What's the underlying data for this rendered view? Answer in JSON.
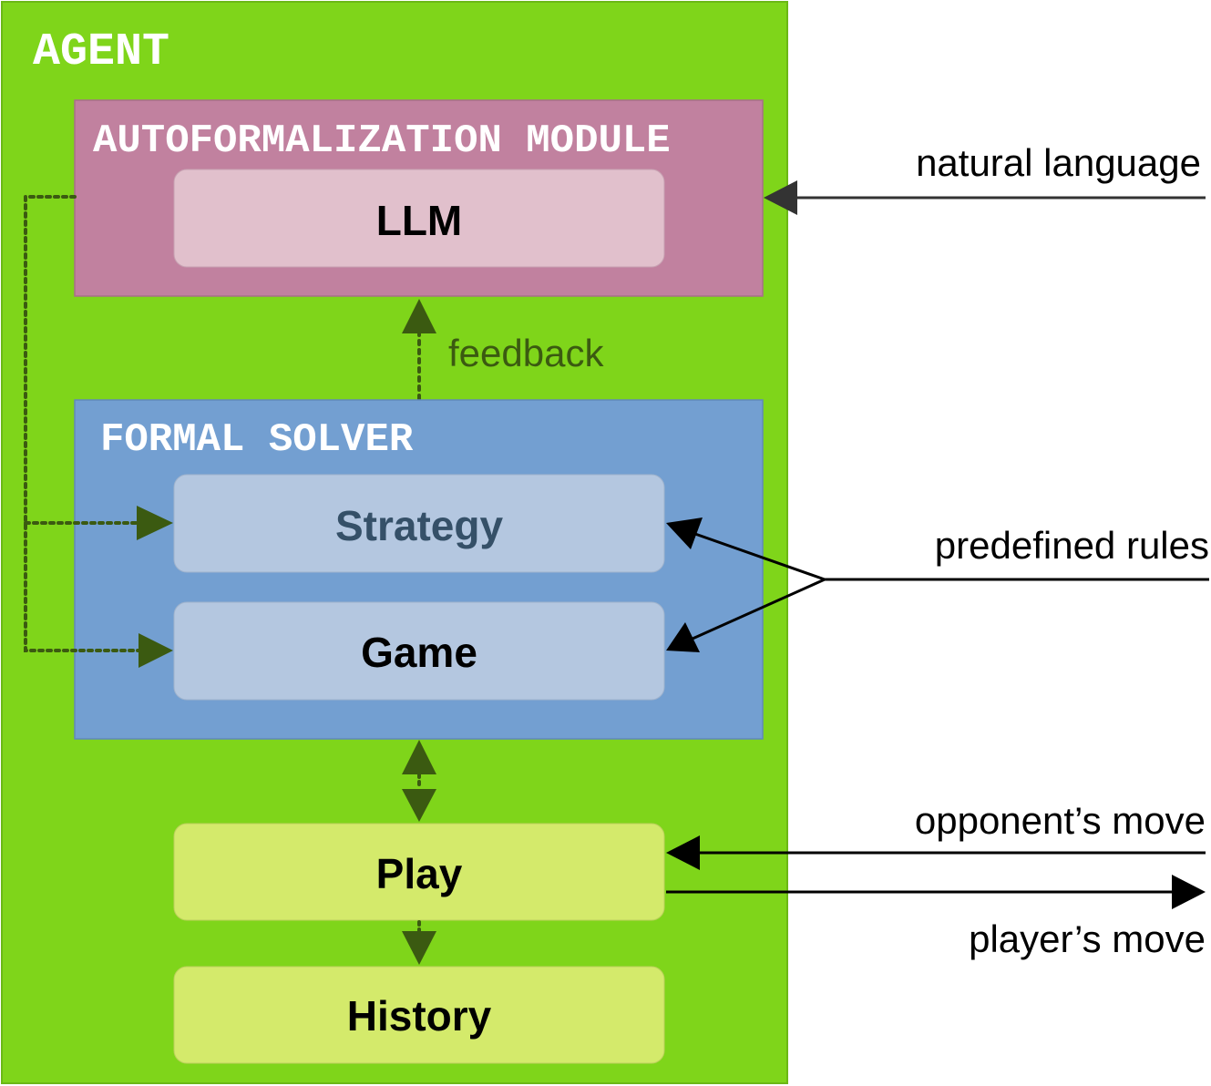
{
  "colors": {
    "agent_bg": "#7fd51a",
    "autoformalization_bg": "#c1819f",
    "llm_box": "#e1c0cc",
    "formal_solver_bg": "#739fd1",
    "solver_box": "#b4c7e0",
    "play_box": "#d4ea6b",
    "dark_green_arrow": "#3b5a11",
    "strategy_text": "#355068",
    "feedback_text": "#3b5a11",
    "black": "#000000",
    "white": "#ffffff"
  },
  "agent": {
    "title": "AGENT",
    "autoformalization": {
      "title": "AUTOFORMALIZATION MODULE",
      "llm_label": "LLM"
    },
    "feedback_label": "feedback",
    "formal_solver": {
      "title": "FORMAL SOLVER",
      "strategy_label": "Strategy",
      "game_label": "Game"
    },
    "play_label": "Play",
    "history_label": "History"
  },
  "external": {
    "natural_language": "natural language",
    "predefined_rules": "predefined rules",
    "opponents_move": "opponent’s move",
    "players_move": "player’s move"
  }
}
